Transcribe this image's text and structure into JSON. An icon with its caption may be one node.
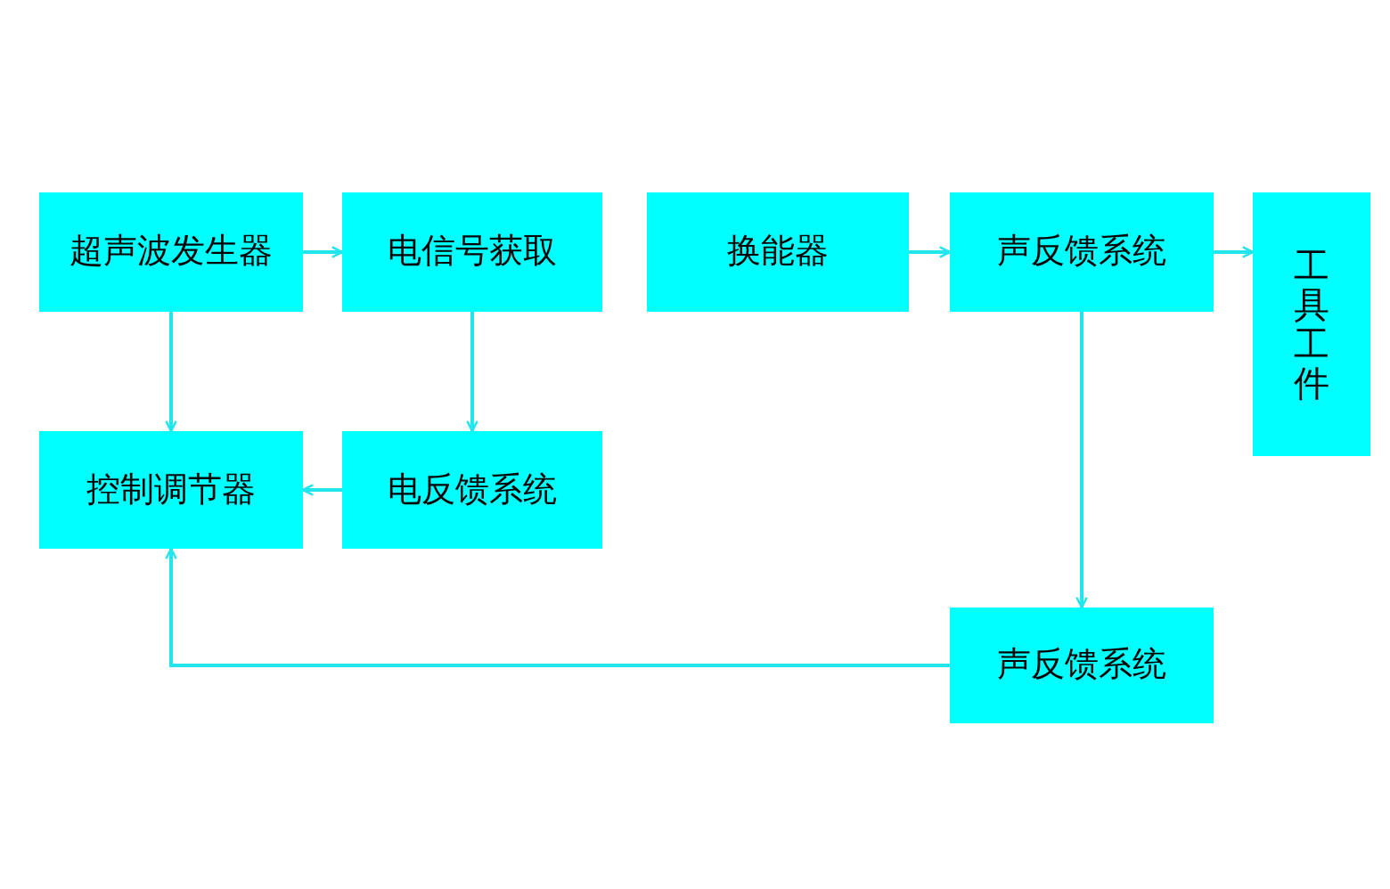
{
  "diagram": {
    "nodes": [
      {
        "text": [
          "超声波发生器"
        ]
      },
      {
        "text": [
          "电信号获取"
        ]
      },
      {
        "text": [
          "换能器"
        ]
      },
      {
        "text": [
          "声反馈系统"
        ]
      },
      {
        "text": [
          "工具工件"
        ]
      },
      {
        "text": [
          "控制调节器"
        ]
      },
      {
        "text": [
          "电反馈系统"
        ]
      },
      {
        "text": [
          "声反馈系统"
        ]
      }
    ],
    "edges": [
      {
        "from": 0,
        "to": 1,
        "arrow": "to"
      },
      {
        "from": 0,
        "to": 5,
        "arrow": "to"
      },
      {
        "from": 1,
        "to": 6,
        "arrow": "to"
      },
      {
        "from": 6,
        "to": 5,
        "arrow": "to"
      },
      {
        "from": 2,
        "to": 3,
        "arrow": "to"
      },
      {
        "from": 3,
        "to": 4,
        "arrow": "to"
      },
      {
        "from": 3,
        "to": 7,
        "arrow": "to"
      },
      {
        "from": 7,
        "to": 5,
        "arrow": "to"
      }
    ]
  }
}
